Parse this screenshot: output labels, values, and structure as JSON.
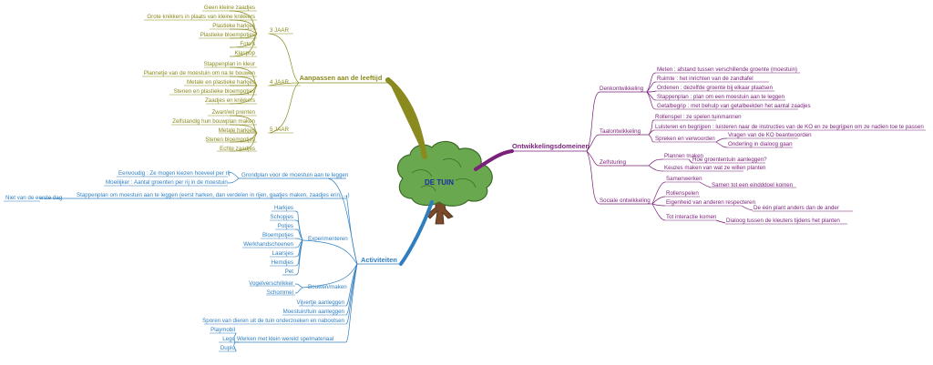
{
  "center": {
    "label": "DE TUIN"
  },
  "colors": {
    "age": "#8a8a1e",
    "domains": "#7a1f7a",
    "activities": "#2f7fc0",
    "trunk": "#7a4a2a",
    "foliage": "#6aa84f",
    "center_text": "#1a2fa0"
  },
  "age": {
    "title": "Aanpassen aan de leeftijd",
    "groups": [
      {
        "label": "3 JAAR",
        "items": [
          "Geen kleine zaadjes",
          "Grote knikkers in plaats van kleine knikkers",
          "Plastieke harkjes",
          "Plastieke bloempotjes",
          "Foto's",
          "Klaspop"
        ]
      },
      {
        "label": "4 JAAR",
        "items": [
          "Stappenplan in kleur",
          "Plannetje van de moestuin om na te bouwen",
          "Metale en plastieke harkjes",
          "Stenen en plastieke bloempotjes",
          "Zaadjes en knikkers"
        ]
      },
      {
        "label": "5 JAAR",
        "items": [
          "Zwart/wit prenten",
          "Zelfstandig hun bouwplan maken",
          "Metale harkjes",
          "Stenen bloempotjes",
          "Echte zaadjes"
        ]
      }
    ]
  },
  "domains": {
    "title": "Ontwikkelingsdomeinen",
    "denk": {
      "label": "Denkontwikkeling",
      "items": [
        "Meten : afstand tussen verschillende groente (moestuin)",
        "Ruimte : het inrichten van de zandtafel",
        "Ordenen : dezelfde groente bij elkaar plaatsen",
        "Stappenplan : plan om een moestuin aan te leggen",
        "Getalbegrip : met behulp van getalbeelden het aantal zaadjes"
      ]
    },
    "taal": {
      "label": "Taalontwikkeling",
      "items": [
        "Rollenspel : ze spelen tuinmannen",
        "Luisteren en begrijpen : luisteren naar de instructies van de KO en ze begrijpen om ze nadien toe te passen"
      ],
      "spreken": {
        "label": "Spreken en verwoorden",
        "items": [
          "Vragen van de KO beantwoorden",
          "Onderling in dialoog gaan"
        ]
      }
    },
    "sturing": {
      "label": "Zelfsturing",
      "plannen": {
        "label": "Plannen maken",
        "item": "Hoe groententuin aanleggen?"
      },
      "keuzes": "Keuzes maken van wat ze willen planten"
    },
    "sociaal": {
      "label": "Sociale ontwikkeling",
      "samenwerken": {
        "label": "Samenwerken",
        "item": "Samen tot een eindddoel komen"
      },
      "rollenspelen": "Rollenspelen",
      "eigenheid": {
        "label": "Eigenheid van anderen respecteren",
        "item": "De één plant anders dan de ander"
      },
      "interactie": {
        "label": "Tot interactie komen",
        "item": "Dialoog tussen de kleuters tijdens het planten"
      }
    }
  },
  "activities": {
    "title": "Activiteiten",
    "grondplan": {
      "label": "Grondplan voor de moestuin aan te leggen",
      "items": [
        "Eenvoudig : Ze mogen kiezen hoeveel per rij",
        "Moeilijker : Aantal groenten per rij in de moestuin"
      ]
    },
    "stappenplan": {
      "label": "Stappenplan om moestuin aan te leggen (eerst harken, dan verdelen in rijen, gaatjes maken, zaadjes erin, ...)",
      "item": "Niet van de eerste dag"
    },
    "experimenteren": {
      "label": "Experimenteren",
      "items": [
        "Harkjes",
        "Schopjes",
        "Potjes",
        "Bloempotjes",
        "Werkhandschoenen",
        "Laarsjes",
        "Hemdjes",
        "Pet"
      ]
    },
    "bouwen": {
      "label": "Bouwen/maken",
      "items": [
        "Vogelverschrikker",
        "Schommel"
      ]
    },
    "vijvertje": "Vijvertje aanleggen",
    "moestuin": "Moestuin/tuin aanleggen",
    "sporen": "Sporen van dieren uit de tuin onderzoeken en nabootsen",
    "spelmateriaal": {
      "label": "Werken met klein wereld spelmateriaal",
      "items": [
        "Playmobil",
        "Lego",
        "Duplo"
      ]
    }
  }
}
